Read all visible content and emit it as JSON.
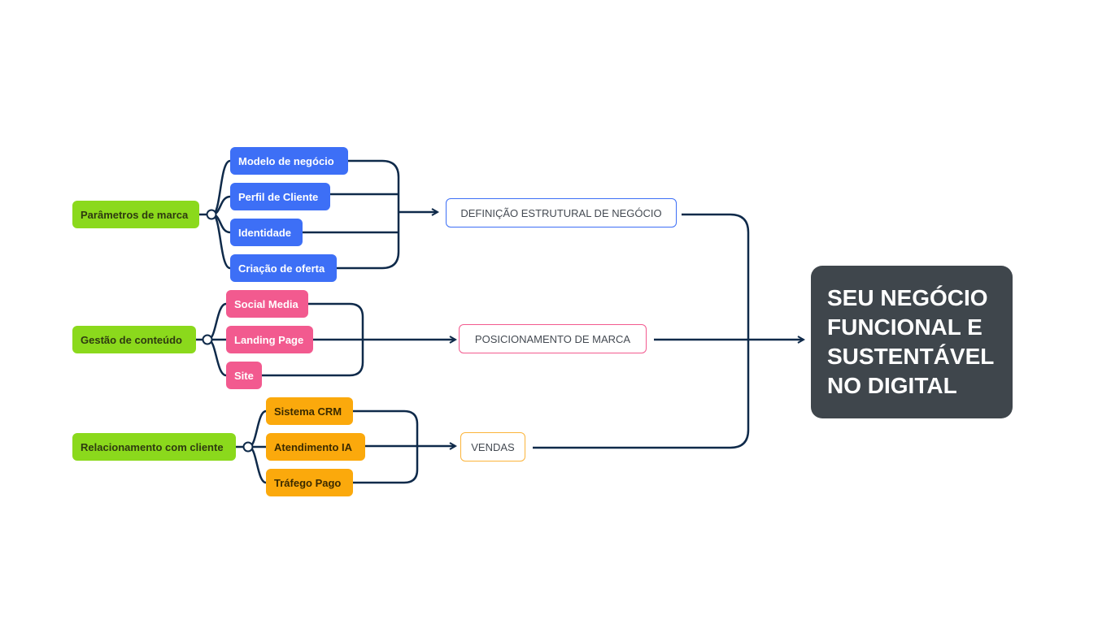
{
  "categories": [
    {
      "label": "Parâmetros de marca",
      "items": [
        "Modelo de negócio",
        "Perfil de Cliente",
        "Identidade",
        "Criação de oferta"
      ],
      "outcome": "DEFINIÇÃO ESTRUTURAL DE NEGÓCIO"
    },
    {
      "label": "Gestão de conteúdo",
      "items": [
        "Social Media",
        "Landing Page",
        "Site"
      ],
      "outcome": "POSICIONAMENTO DE MARCA"
    },
    {
      "label": "Relacionamento com cliente",
      "items": [
        "Sistema CRM",
        "Atendimento IA",
        "Tráfego Pago"
      ],
      "outcome": "VENDAS"
    }
  ],
  "final": {
    "lines": [
      "SEU NEGÓCIO",
      "FUNCIONAL E",
      "SUSTENTÁVEL",
      "NO DIGITAL"
    ]
  },
  "colors": {
    "category": "#8bd91c",
    "group1": "#3d6ff6",
    "group2": "#f25a8f",
    "group3": "#fba90c",
    "connector": "#0f2a4a",
    "final_bg": "#3f464c"
  }
}
